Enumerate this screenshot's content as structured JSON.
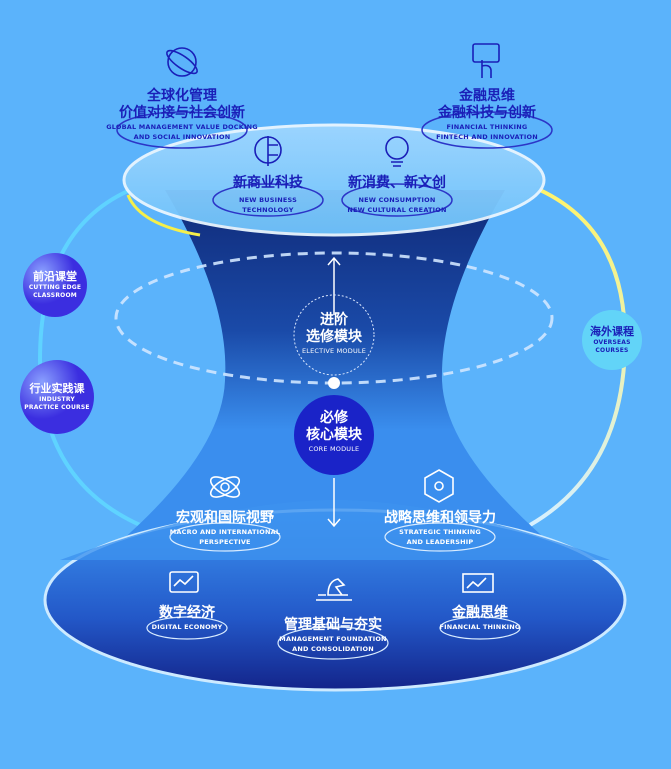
{
  "top_modules": [
    {
      "zh": [
        "全球化管理",
        "价值对接与社会创新"
      ],
      "en": [
        "GLOBAL MANAGEMENT VALUE DOCKING",
        "AND SOCIAL INNOVATION"
      ],
      "icon": "globe-icon"
    },
    {
      "zh": [
        "金融思维",
        "金融科技与创新"
      ],
      "en": [
        "FINANCIAL THINKING",
        "FINTECH AND INNOVATION"
      ],
      "icon": "touch-screen-dollar-icon"
    },
    {
      "zh": [
        "新商业科技"
      ],
      "en": [
        "NEW BUSINESS",
        "TECHNOLOGY"
      ],
      "icon": "brain-circuit-icon"
    },
    {
      "zh": [
        "新消费、新文创"
      ],
      "en": [
        "NEW CONSUMPTION",
        "NEW CULTURAL CREATION"
      ],
      "icon": "lightbulb-thumbs-up-icon"
    }
  ],
  "elective": {
    "zh": [
      "进阶",
      "选修模块"
    ],
    "en": "ELECTIVE MODULE"
  },
  "core": {
    "zh": [
      "必修",
      "核心模块"
    ],
    "en": "CORE MODULE"
  },
  "side": [
    {
      "zh": "前沿课堂",
      "en": [
        "CUTTING EDGE",
        "CLASSROOM"
      ]
    },
    {
      "zh": "行业实践课",
      "en": [
        "INDUSTRY",
        "PRACTICE COURSE"
      ]
    },
    {
      "zh": "海外课程",
      "en": [
        "OVERSEAS",
        "COURSES"
      ]
    }
  ],
  "core_modules": [
    {
      "zh": "宏观和国际视野",
      "en": [
        "MACRO AND INTERNATIONAL",
        "PERSPECTIVE"
      ],
      "icon": "atom-icon"
    },
    {
      "zh": "战略思维和领导力",
      "en": [
        "STRATEGIC THINKING",
        "AND LEADERSHIP"
      ],
      "icon": "network-icon"
    },
    {
      "zh": "数字经济",
      "en": [
        "DIGITAL ECONOMY"
      ],
      "icon": "monitor-chart-coins-icon"
    },
    {
      "zh": "管理基础与夯实",
      "en": [
        "MANAGEMENT FOUNDATION",
        "AND CONSOLIDATION"
      ],
      "icon": "chess-icon"
    },
    {
      "zh": "金融思维",
      "en": [
        "FINANCIAL THINKING"
      ],
      "icon": "presentation-chart-icon"
    }
  ],
  "colors": {
    "background": "#5bb3fb",
    "tunnel_dark": "#15307f",
    "tunnel_light": "#3d92ef",
    "label_dark": "#1a1fb8",
    "ring_yellow": "#f2ee4a"
  }
}
